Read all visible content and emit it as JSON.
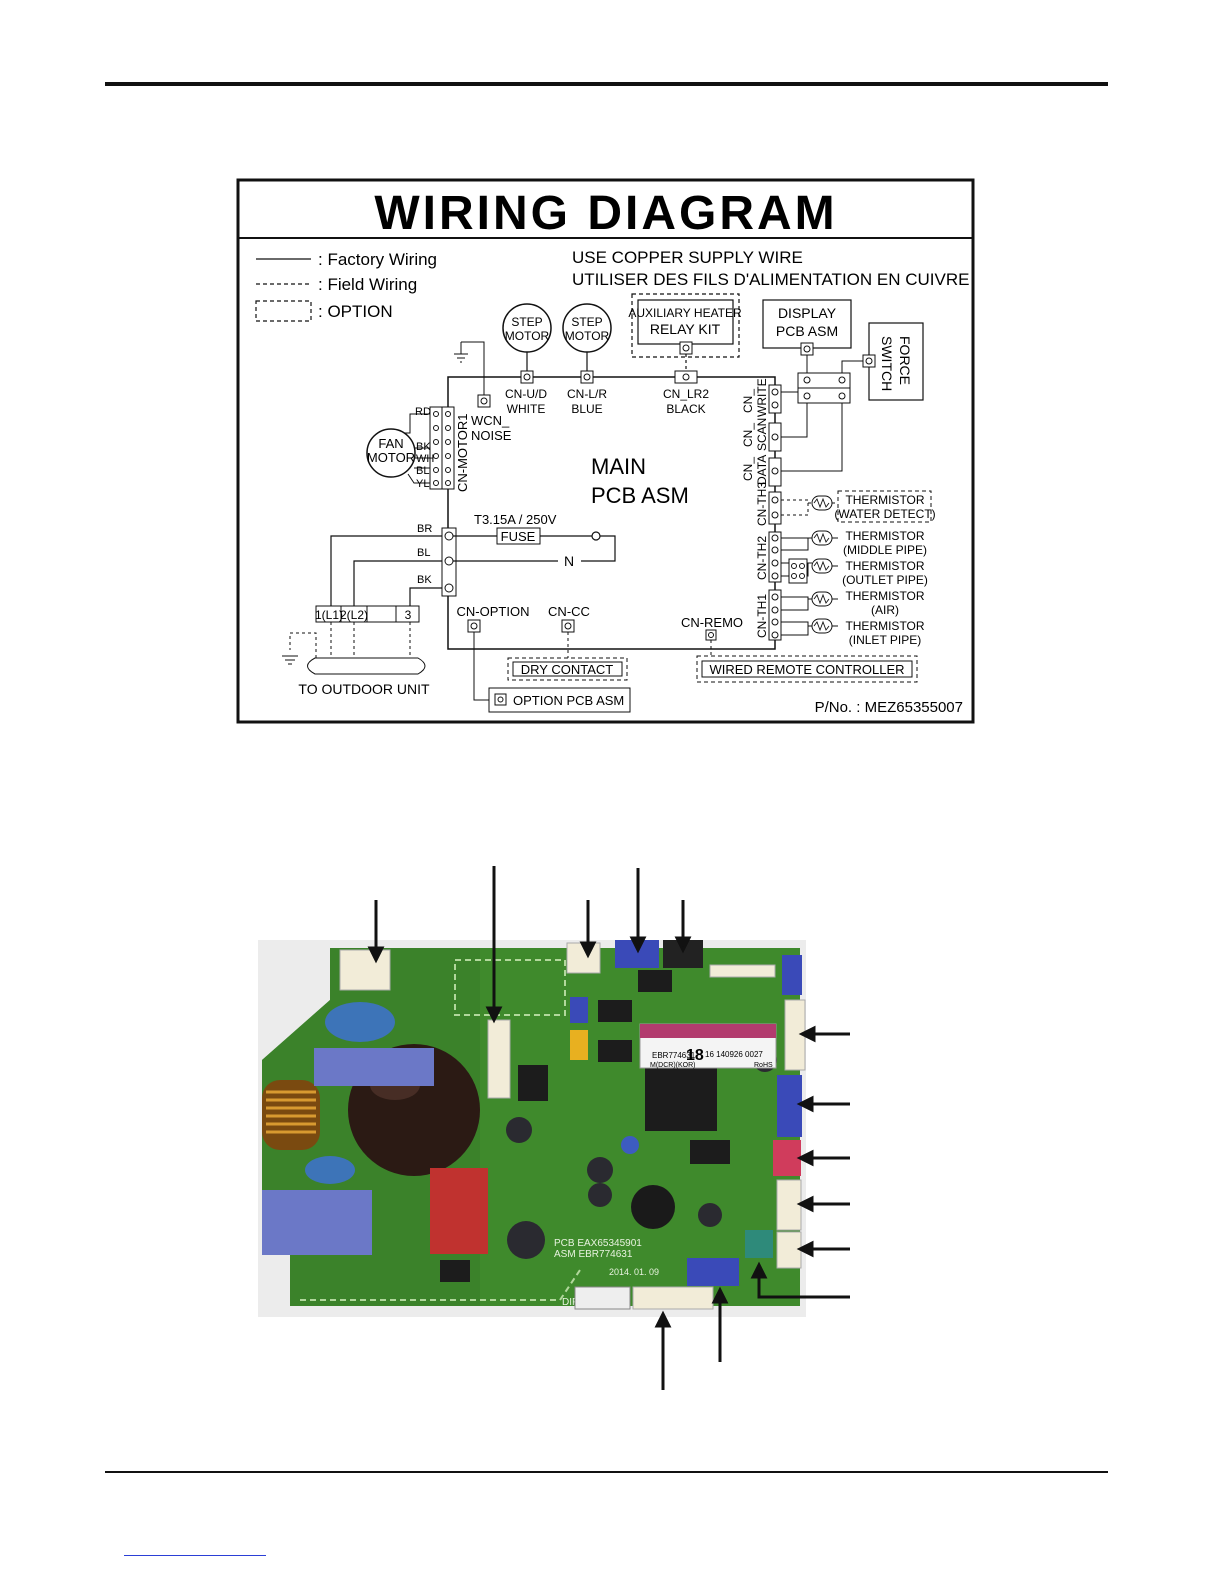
{
  "diagram": {
    "title": "WIRING  DIAGRAM",
    "legend": {
      "factory": ": Factory Wiring",
      "field": ": Field Wiring",
      "option": ": OPTION"
    },
    "notice_en": "USE COPPER SUPPLY WIRE",
    "notice_fr": "UTILISER DES FILS D'ALIMENTATION EN CUIVRE",
    "step_motor": "STEP",
    "motor": "MOTOR",
    "aux_heater_1": "AUXILIARY HEATER",
    "aux_heater_2": "RELAY KIT",
    "display_1": "DISPLAY",
    "display_2": "PCB ASM",
    "force_1": "FORCE",
    "force_2": "SWITCH",
    "cn_ud": "CN-U/D",
    "cn_ud_color": "WHITE",
    "cn_lr": "CN-L/R",
    "cn_lr_color": "BLUE",
    "cn_lr2": "CN_LR2",
    "cn_lr2_color": "BLACK",
    "wcn_1": "WCN_",
    "wcn_2": "NOISE",
    "cn_motor1": "CN-MOTOR1",
    "fan_1": "FAN",
    "fan_2": "MOTOR",
    "wire_rd": "RD",
    "wire_bk": "BK",
    "wire_wh": "WH",
    "wire_bl": "BL",
    "wire_yl": "YL",
    "main_1": "MAIN",
    "main_2": "PCB ASM",
    "fuse_rating": "T3.15A / 250V",
    "fuse": "FUSE",
    "neutral": "N",
    "wire_br": "BR",
    "wire_bl2": "BL",
    "wire_bk2": "BK",
    "term_1": "1(L1)",
    "term_2": "2(L2)",
    "term_3": "3",
    "to_outdoor": "TO OUTDOOR UNIT",
    "cn_option": "CN-OPTION",
    "cn_cc": "CN-CC",
    "cn_remo": "CN-REMO",
    "dry_contact": "DRY CONTACT",
    "option_pcb": "OPTION PCB ASM",
    "wired_remote": "WIRED REMOTE CONTROLLER",
    "part_no": "P/No. : MEZ65355007",
    "cn_write_1": "CN_",
    "cn_write_2": "WRITE",
    "cn_scan_1": "CN_",
    "cn_scan_2": "SCAN",
    "cn_data_1": "CN_",
    "cn_data_2": "DATA",
    "cn_th3": "CN-TH3",
    "cn_th2": "CN-TH2",
    "cn_th1": "CN-TH1",
    "th_water_1": "THERMISTOR",
    "th_water_2": "(WATER DETECT)",
    "th_middle_1": "THERMISTOR",
    "th_middle_2": "(MIDDLE PIPE)",
    "th_outlet_1": "THERMISTOR",
    "th_outlet_2": "(OUTLET PIPE)",
    "th_air_1": "THERMISTOR",
    "th_air_2": "(AIR)",
    "th_inlet_1": "THERMISTOR",
    "th_inlet_2": "(INLET PIPE)"
  },
  "pcb_photo": {
    "label_code": "EBR774631",
    "label_num": "18",
    "label_serial": "16 140926 0027",
    "label_rohs": "RoHS",
    "label_model": "M(DCR)(KOR)",
    "pcb_text_1": "PCB EAX65345901",
    "pcb_text_2": "ASM EBR774631",
    "pcb_date": "2014. 01. 09",
    "dip": "DIP"
  }
}
